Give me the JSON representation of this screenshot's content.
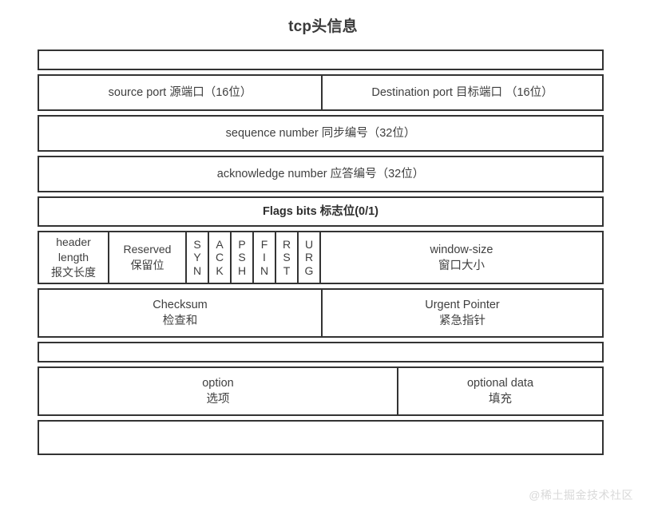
{
  "title": "tcp头信息",
  "watermark": "@稀土掘金技术社区",
  "colors": {
    "border": "#333333",
    "text": "#3f3f3f",
    "title": "#3a3a3a",
    "background": "#ffffff",
    "watermark": "#d9d9d9"
  },
  "diagram": {
    "rows": [
      {
        "name": "spacer-top",
        "cells": [
          {
            "label": ""
          }
        ]
      },
      {
        "name": "ports",
        "cells": [
          {
            "label": "source port 源端口（16位）"
          },
          {
            "label": "Destination port 目标端口 （16位）"
          }
        ]
      },
      {
        "name": "sequence-number",
        "cells": [
          {
            "label": "sequence number 同步编号（32位）"
          }
        ]
      },
      {
        "name": "acknowledge-number",
        "cells": [
          {
            "label": "acknowledge number 应答编号（32位）"
          }
        ]
      },
      {
        "name": "flags-bits-title",
        "cells": [
          {
            "label": "Flags bits 标志位(0/1)"
          }
        ]
      },
      {
        "name": "flags",
        "cells": [
          {
            "line1": "header",
            "line2": "length",
            "line3": "报文长度"
          },
          {
            "line1": "Reserved",
            "line2": "保留位"
          },
          {
            "flag": "SYN"
          },
          {
            "flag": "ACK"
          },
          {
            "flag": "PSH"
          },
          {
            "flag": "FIN"
          },
          {
            "flag": "RST"
          },
          {
            "flag": "URG"
          },
          {
            "line1": "window-size",
            "line2": "窗口大小"
          }
        ]
      },
      {
        "name": "checksum-urgent",
        "cells": [
          {
            "line1": "Checksum",
            "line2": "检查和"
          },
          {
            "line1": "Urgent Pointer",
            "line2": "紧急指针"
          }
        ]
      },
      {
        "name": "spacer-middle",
        "cells": [
          {
            "label": ""
          }
        ]
      },
      {
        "name": "options",
        "cells": [
          {
            "line1": "option",
            "line2": "选项"
          },
          {
            "line1": "optional data",
            "line2": "填充"
          }
        ]
      },
      {
        "name": "data-payload",
        "cells": [
          {
            "label": ""
          }
        ]
      }
    ]
  },
  "fields": {
    "source_port": "source port 源端口（16位）",
    "destination_port": "Destination port 目标端口 （16位）",
    "sequence_number": "sequence number 同步编号（32位）",
    "acknowledge_number": "acknowledge number 应答编号（32位）",
    "flags_bits_title": "Flags bits 标志位(0/1)",
    "header_length_en1": "header",
    "header_length_en2": "length",
    "header_length_cn": "报文长度",
    "reserved_en": "Reserved",
    "reserved_cn": "保留位",
    "flag_syn": "SYN",
    "flag_ack": "ACK",
    "flag_psh": "PSH",
    "flag_fin": "FIN",
    "flag_rst": "RST",
    "flag_urg": "URG",
    "window_size_en": "window-size",
    "window_size_cn": "窗口大小",
    "checksum_en": "Checksum",
    "checksum_cn": "检查和",
    "urgent_pointer_en": "Urgent Pointer",
    "urgent_pointer_cn": "紧急指针",
    "option_en": "option",
    "option_cn": "选项",
    "optional_data_en": "optional data",
    "optional_data_cn": "填充"
  }
}
